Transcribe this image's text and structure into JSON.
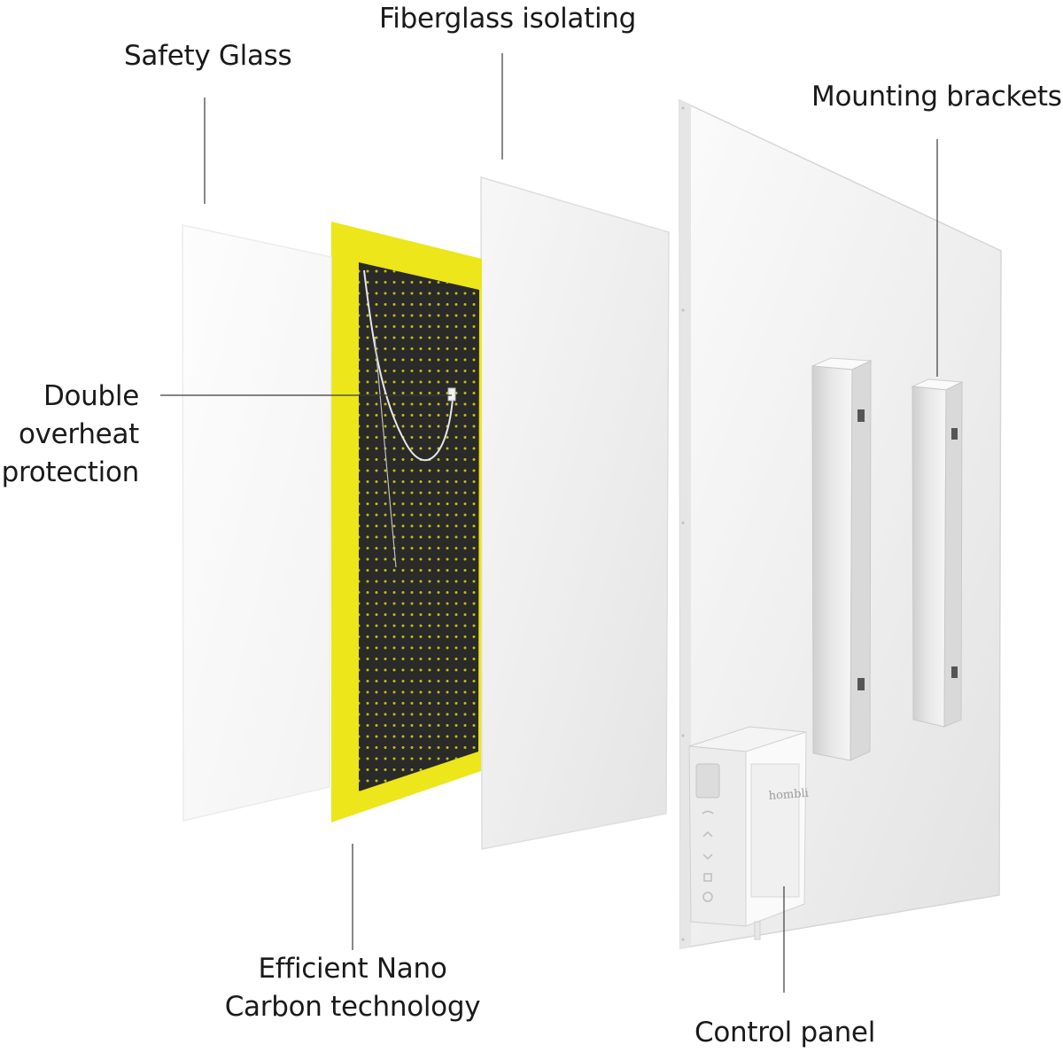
{
  "labels": {
    "safety_glass": "Safety Glass",
    "fiberglass": "Fiberglass isolating",
    "mounting_brackets": "Mounting brackets",
    "overheat": [
      "Double",
      "overheat",
      "protection"
    ],
    "nano_carbon": [
      "Efficient Nano",
      "Carbon technology"
    ],
    "control_panel": "Control panel"
  },
  "device": {
    "brand_text": "hombli"
  },
  "colors": {
    "accent_yellow": "#ECE61A",
    "carbon_black": "#2A2A28",
    "dot_yellow": "#C9C420",
    "panel_white": "#F2F2F2",
    "leader_line": "#3A3A3A"
  },
  "icons": {
    "display": "lcd-display-icon",
    "wifi": "wifi-icon",
    "up": "arrow-up-icon",
    "down": "arrow-down-icon",
    "power": "power-icon"
  }
}
